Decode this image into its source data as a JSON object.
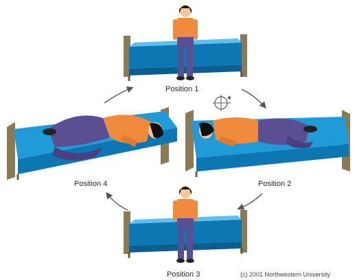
{
  "labels": {
    "position_1": "Position 1",
    "position_2": "Position 2",
    "position_3": "Position 3",
    "position_4": "Position 4"
  },
  "credit": "(c) 2001 Northwestern University",
  "colors": {
    "mattress": "#1f9bd8",
    "mattress_dark": "#0d77b3",
    "bed_frame": "#8a7a55",
    "shirt": "#f08a3c",
    "pants": "#5b4f93",
    "hair": "#111111",
    "arrow": "#555555"
  },
  "icons": {
    "rotation_direction": "circle-arrow-icon"
  }
}
